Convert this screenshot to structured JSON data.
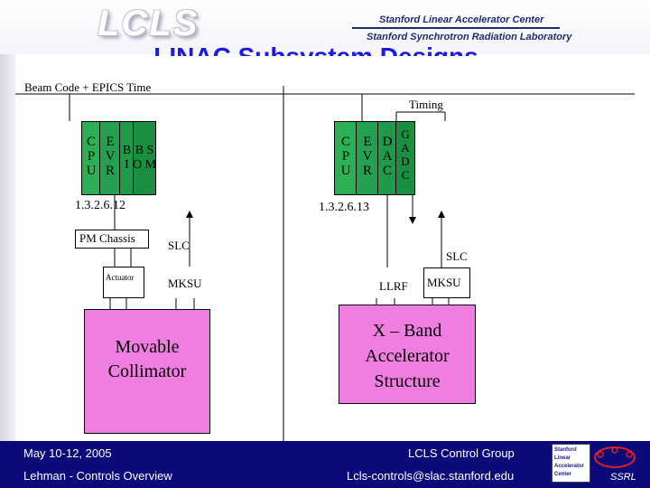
{
  "header": {
    "logo_text": "LCLS",
    "org_line1": "Stanford Linear Accelerator Center",
    "org_line2": "Stanford Synchrotron Radiation Laboratory"
  },
  "title": "LINAC Subsystem Designs",
  "diagram": {
    "beam_code_label": "Beam Code + EPICS Time",
    "timing_label": "Timing",
    "left_crate": {
      "cpu": "C\nP\nU",
      "evr": "E\nV\nR",
      "bio": "B\nI",
      "bom": "B S\nO M",
      "ip_label": "1.3.2.6.12"
    },
    "right_crate": {
      "cpu": "C\nP\nU",
      "evr": "E\nV\nR",
      "dac": "D\nA\nC",
      "gadc": "G\nA\nD\nC",
      "ip_label": "1.3.2.6.13"
    },
    "pm_chassis": "PM Chassis",
    "actuator": "Actuator",
    "slc_left": "SLC",
    "slc_right": "SLC",
    "mksu_left": "MKSU",
    "mksu_right": "MKSU",
    "llrf": "LLRF",
    "collimator": "Movable\nCollimator",
    "xband": "X – Band\nAccelerator\nStructure"
  },
  "footer": {
    "date": "May 10-12, 2005",
    "presenter": "Lehman - Controls Overview",
    "group": "LCLS Control Group",
    "email": "Lcls-controls@slac.stanford.edu",
    "badge_text": "Stanford\nLinear\nAccelerator\nCenter",
    "ssrl_text": "SSRL"
  },
  "colors": {
    "title": "#1a1ae0",
    "footer_bg": "#0a0a78",
    "card_green": "#21a05a",
    "pink": "#f07ee0"
  }
}
